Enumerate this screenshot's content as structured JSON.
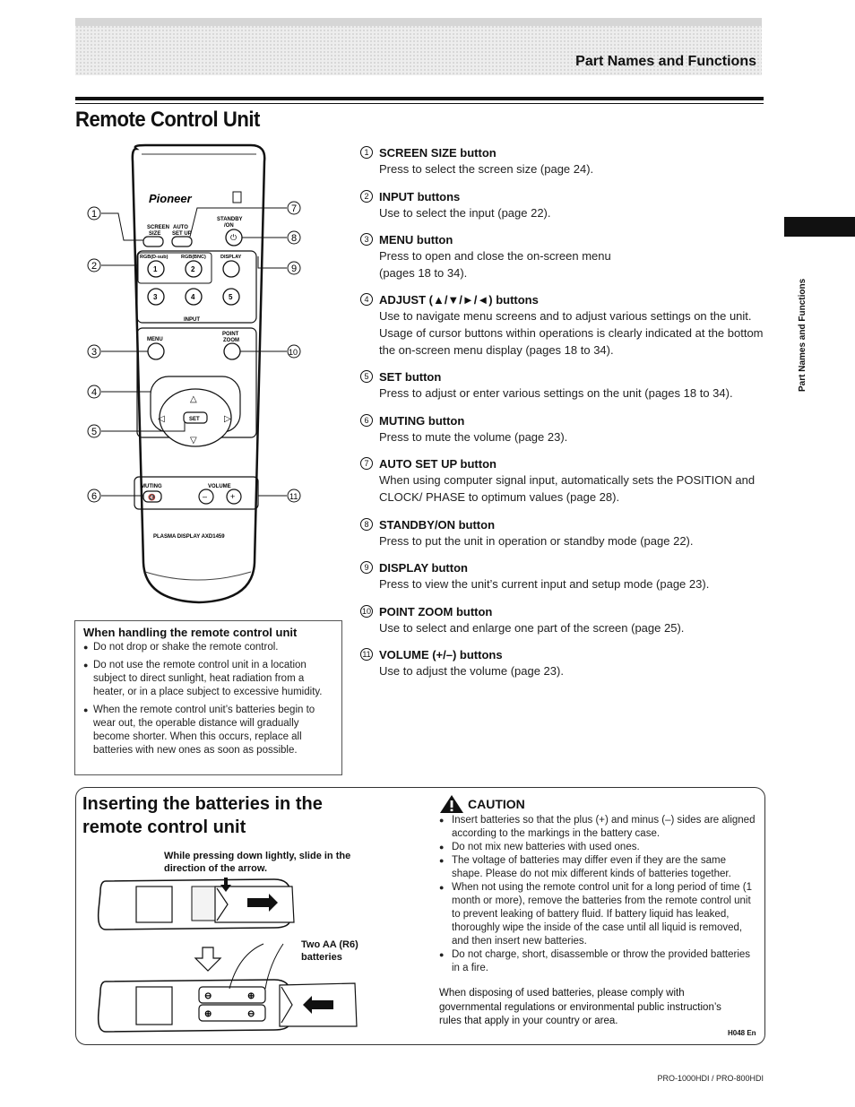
{
  "header": {
    "section_title": "Part Names and Functions"
  },
  "page_title": "Remote Control Unit",
  "side_label": "Part Names and Functions",
  "remote": {
    "brand": "Pioneer",
    "screen_size": "SCREEN\nSIZE",
    "auto_setup": "AUTO\nSET UP",
    "standby": "STANDBY\n/ON",
    "rgb_dsub": "RGB(D-sub)",
    "rgb_bnc": "RGB(BNC)",
    "display": "DISPLAY",
    "input": "INPUT",
    "menu": "MENU",
    "point_zoom": "POINT\nZOOM",
    "set": "SET",
    "muting": "MUTING",
    "volume": "VOLUME",
    "model": "PLASMA DISPLAY   AXD1459",
    "input_numbers": [
      "1",
      "2",
      "3",
      "4",
      "5"
    ],
    "callouts_left": [
      "1",
      "2",
      "3",
      "4",
      "5",
      "6"
    ],
    "callouts_right": [
      "7",
      "8",
      "9",
      "10",
      "11"
    ]
  },
  "parts": [
    {
      "num": "1",
      "name": "SCREEN SIZE button",
      "desc": [
        "Press to select the screen size (page 24)."
      ]
    },
    {
      "num": "2",
      "name": "INPUT buttons",
      "desc": [
        "Use to select the input (page 22)."
      ]
    },
    {
      "num": "3",
      "name": "MENU button",
      "desc": [
        "Press to open and close the on-screen menu",
        "(pages 18 to 34)."
      ]
    },
    {
      "num": "4",
      "name": "ADJUST (▲/▼/►/◄) buttons",
      "desc": [
        "Use to navigate menu screens and to adjust various settings on the unit.",
        "Usage of cursor buttons within operations is clearly indicated at the bottom the on-screen menu display (pages 18 to 34)."
      ]
    },
    {
      "num": "5",
      "name": "SET button",
      "desc": [
        "Press to adjust or enter various settings on the unit (pages 18 to 34)."
      ]
    },
    {
      "num": "6",
      "name": "MUTING button",
      "desc": [
        "Press to mute the volume (page 23)."
      ]
    },
    {
      "num": "7",
      "name": "AUTO SET UP button",
      "desc": [
        "When using computer signal input, automatically sets the POSITION and CLOCK/ PHASE to optimum values (page 28)."
      ]
    },
    {
      "num": "8",
      "name": "STANDBY/ON button",
      "desc": [
        "Press to put the unit in operation or standby mode (page 22)."
      ]
    },
    {
      "num": "9",
      "name": "DISPLAY button",
      "desc": [
        "Press to view the unit’s current input and setup mode (page 23)."
      ]
    },
    {
      "num": "10",
      "name": "POINT ZOOM button",
      "desc": [
        "Use to select and enlarge one part of the screen (page 25)."
      ]
    },
    {
      "num": "11",
      "name": "VOLUME (+/–) buttons",
      "desc": [
        "Use to adjust the volume (page 23)."
      ]
    }
  ],
  "handling": {
    "title": "When handling the remote control unit",
    "bullets": [
      "Do not drop or shake the remote control.",
      "Do not use the remote control unit in a location subject to direct sunlight, heat radiation from a heater, or in a place subject to excessive humidity.",
      "When the remote control unit’s batteries begin to wear out, the operable distance will gradually become shorter. When this occurs, replace all batteries with new ones as soon as possible."
    ]
  },
  "batteries": {
    "title": "Inserting the batteries in the remote control unit",
    "caption_slide": "While pressing down lightly, slide in the direction of the arrow.",
    "caption_batteries": "Two AA (R6) batteries"
  },
  "caution": {
    "title": "CAUTION",
    "bullets": [
      "Insert batteries so that the plus (+) and minus (–) sides are aligned according to the markings in the battery case.",
      "Do not mix new batteries with used ones.",
      "The voltage of batteries may differ even if they are the same shape. Please do not mix different kinds of batteries together.",
      "When not using the remote control unit for a long period of time (1 month or more), remove the batteries from the remote control unit to prevent leaking of battery fluid. If battery liquid has leaked, thoroughly wipe the inside of the case until all liquid is removed, and then insert new batteries.",
      "Do not charge, short, disassemble or throw the provided batteries in a fire."
    ],
    "disposal": "When disposing of used batteries, please comply with governmental regulations or environmental public instruction’s rules that apply in your country or area.",
    "code": "H048 En"
  },
  "footer": {
    "model": "PRO-1000HDI / PRO-800HDI"
  }
}
